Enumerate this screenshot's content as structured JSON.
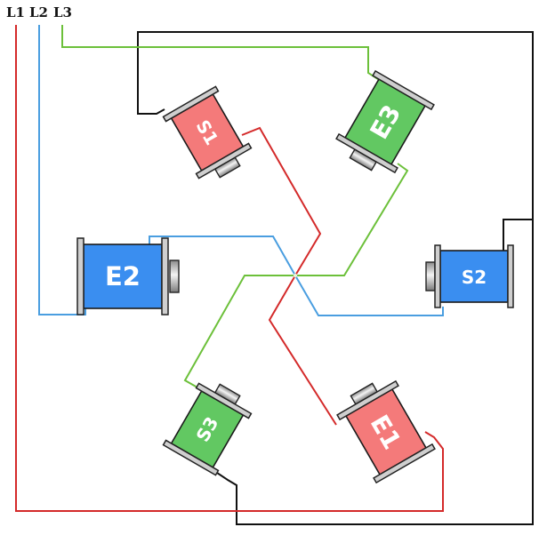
{
  "diagram": {
    "type": "three-phase motor stator winding connection diagram",
    "lines": [
      {
        "id": "L1",
        "label": "L1",
        "color": "#d42a2a"
      },
      {
        "id": "L2",
        "label": "L2",
        "color": "#4a9ee0"
      },
      {
        "id": "L3",
        "label": "L3",
        "color": "#6cc03a"
      }
    ],
    "neutral_color": "#111111",
    "coils": [
      {
        "id": "S1",
        "label": "S1",
        "phase": "L1",
        "color": "#f47a7a"
      },
      {
        "id": "E1",
        "label": "E1",
        "phase": "L1",
        "color": "#f47a7a"
      },
      {
        "id": "E2",
        "label": "E2",
        "phase": "L2",
        "color": "#3a8ef0"
      },
      {
        "id": "S2",
        "label": "S2",
        "phase": "L2",
        "color": "#3a8ef0"
      },
      {
        "id": "E3",
        "label": "E3",
        "phase": "L3",
        "color": "#62c862"
      },
      {
        "id": "S3",
        "label": "S3",
        "phase": "L3",
        "color": "#62c862"
      }
    ]
  }
}
